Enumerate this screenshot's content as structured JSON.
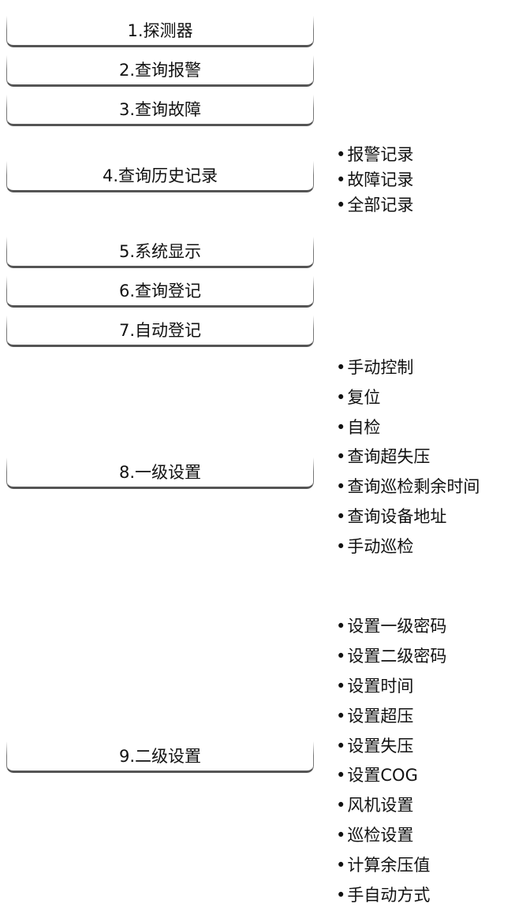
{
  "menu": [
    {
      "label": "1.探测器"
    },
    {
      "label": "2.查询报警"
    },
    {
      "label": "3.查询故障"
    },
    {
      "label": "4.查询历史记录",
      "subitems": [
        "报警记录",
        "故障记录",
        "全部记录"
      ]
    },
    {
      "label": "5.系统显示"
    },
    {
      "label": "6.查询登记"
    },
    {
      "label": "7.自动登记"
    },
    {
      "label": "8.一级设置",
      "subitems": [
        "手动控制",
        "复位",
        "自检",
        "查询超失压",
        "查询巡检剩余时间",
        "查询设备地址",
        "手动巡检"
      ]
    },
    {
      "label": "9.二级设置",
      "subitems": [
        "设置一级密码",
        "设置二级密码",
        "设置时间",
        "设置超压",
        "设置失压",
        "设置COG",
        "风机设置",
        "巡检设置",
        "计算余压值",
        "手自动方式"
      ]
    }
  ]
}
